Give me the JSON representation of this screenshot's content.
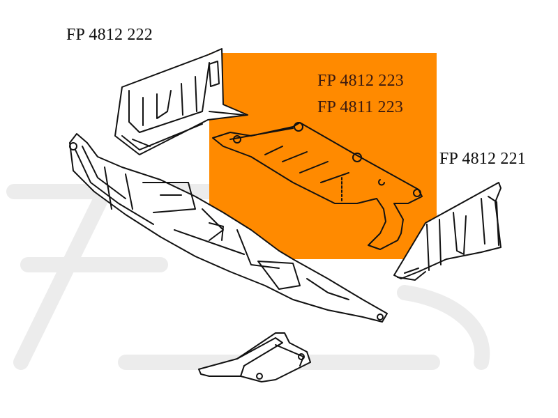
{
  "diagram": {
    "highlight_color": "#FF8A00",
    "line_color": "#111111",
    "labels": [
      {
        "id": "left-shield",
        "text": "FP 4812 222"
      },
      {
        "id": "center-shield-1",
        "text": "FP 4812 223"
      },
      {
        "id": "center-shield-2",
        "text": "FP 4811 223"
      },
      {
        "id": "right-shield",
        "text": "FP 4812 221"
      }
    ],
    "parts": [
      {
        "name": "left engine splash shield",
        "part_number": "FP 4812 222"
      },
      {
        "name": "center engine undercover (highlighted)",
        "part_numbers": [
          "FP 4812 223",
          "FP 4811 223"
        ]
      },
      {
        "name": "right engine splash shield",
        "part_number": "FP 4812 221"
      },
      {
        "name": "front bumper lower undercover"
      },
      {
        "name": "small bracket"
      }
    ]
  }
}
